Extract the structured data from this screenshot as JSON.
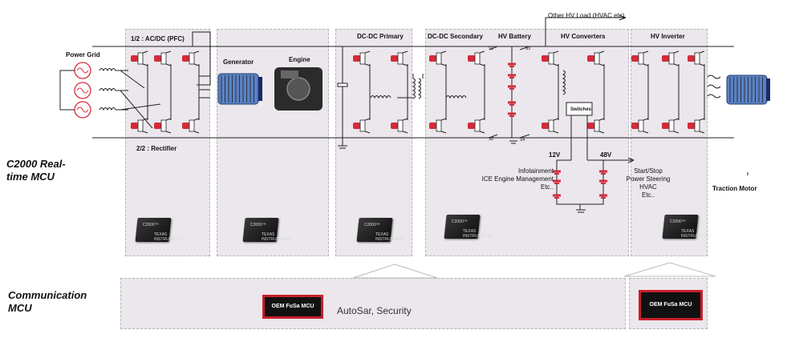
{
  "labels": {
    "power_grid": "Power Grid",
    "acdc": "1/2 : AC/DC (PFC)",
    "rectifier": "2/2 : Rectifier",
    "generator": "Generator",
    "engine": "Engine",
    "dcdc_primary": "DC-DC Primary",
    "dcdc_secondary": "DC-DC Secondary",
    "hv_battery": "HV Battery",
    "hv_converters": "HV Converters",
    "hv_inverter": "HV Inverter",
    "other_hv_load": "Other HV Load (HVAC etc)",
    "switches": "Switches",
    "v12": "12V",
    "v48": "48V",
    "s1": "S1",
    "s2": "S2",
    "s3": "S3",
    "s4": "S4",
    "infotainment": [
      "Infotainment",
      "ICE Engine Management",
      "Etc.."
    ],
    "startstop": [
      "Start/Stop",
      "Power Steering",
      "HVAC",
      "Etc.."
    ],
    "traction_motor": "Traction Motor"
  },
  "side_labels": {
    "c2000": [
      "C2000 Real-",
      "time MCU"
    ],
    "comm": [
      "Communication",
      "MCU"
    ]
  },
  "chip": {
    "text": "C2000™",
    "logo": "TEXAS INSTRUMENTS"
  },
  "comm_bar": {
    "fusa_left": "OEM FuSa MCU",
    "autosar": "AutoSar, Security",
    "fusa_right": "OEM FuSa MCU"
  },
  "colors": {
    "panel": "#ebe7ec",
    "switch_red": "#d42a3a",
    "fusa_border": "#c8202c",
    "wire": "#222222"
  }
}
